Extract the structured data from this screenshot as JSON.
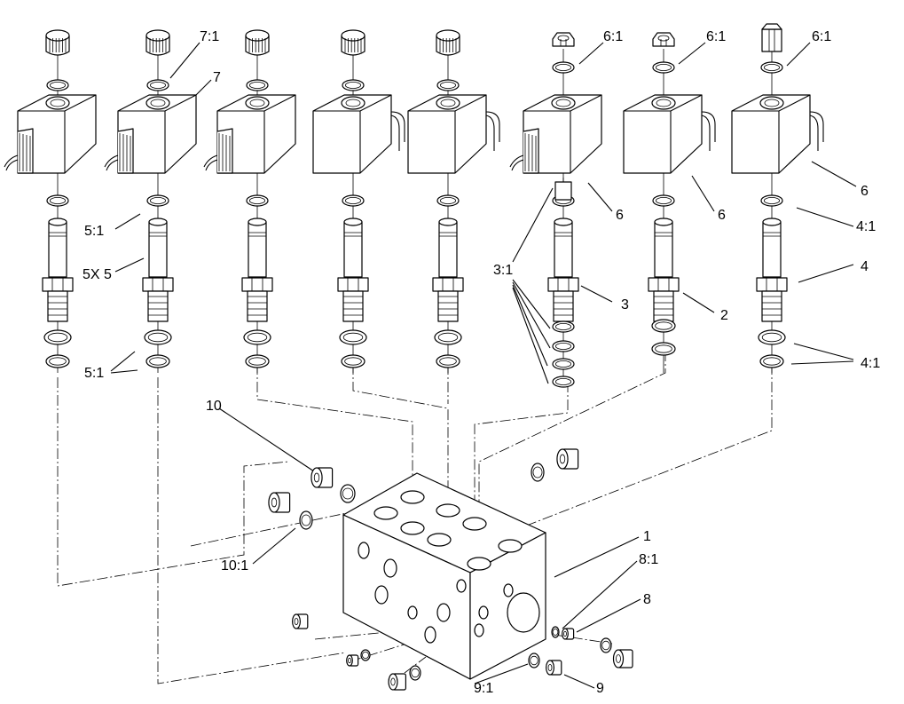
{
  "diagram": {
    "labels": {
      "l7_1": "7:1",
      "l7": "7",
      "l6_1a": "6:1",
      "l6_1b": "6:1",
      "l6_1c": "6:1",
      "l6a": "6",
      "l6b": "6",
      "l6c": "6",
      "l5_1a": "5:1",
      "l5x5": "5X 5",
      "l5_1b": "5:1",
      "l3_1": "3:1",
      "l3": "3",
      "l2": "2",
      "l4_1a": "4:1",
      "l4": "4",
      "l4_1b": "4:1",
      "l10": "10",
      "l10_1": "10:1",
      "l1": "1",
      "l8_1": "8:1",
      "l8": "8",
      "l9_1": "9:1",
      "l9": "9"
    }
  }
}
